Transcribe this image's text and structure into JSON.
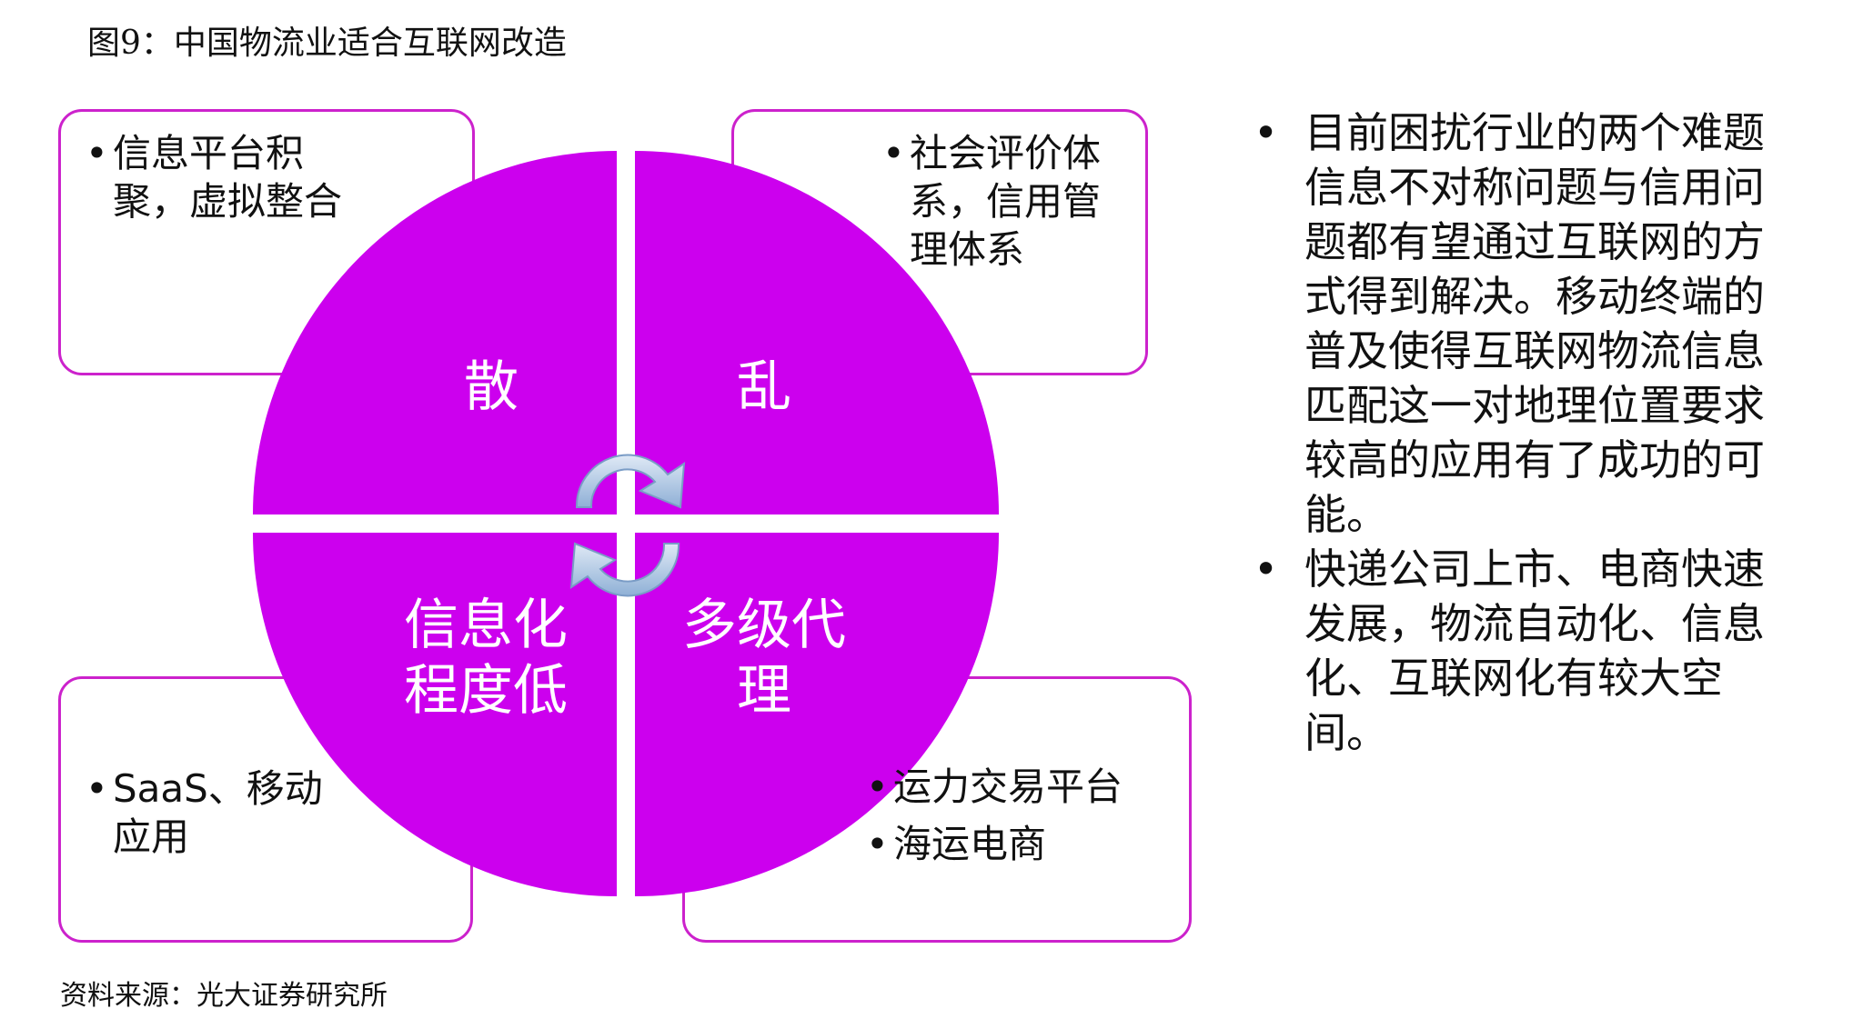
{
  "title": "图9：中国物流业适合互联网改造",
  "source": "资料来源：光大证券研究所",
  "colors": {
    "accent": "#cc00ee",
    "box_border": "#cc22cc",
    "arrow": "#9ab8d8"
  },
  "quadrants": {
    "top_left": "散",
    "top_right": "乱",
    "bottom_left": "信息化程度低",
    "bottom_right": "多级代理"
  },
  "boxes": {
    "top_left": [
      "信息平台积聚，虚拟整合"
    ],
    "top_right": [
      "社会评价体系，信用管理体系"
    ],
    "bottom_left": [
      "SaaS、移动应用"
    ],
    "bottom_right": [
      "运力交易平台",
      "海运电商"
    ]
  },
  "bullets": [
    "目前困扰行业的两个难题信息不对称问题与信用问题都有望通过互联网的方式得到解决。移动终端的普及使得互联网物流信息匹配这一对地理位置要求较高的应用有了成功的可能。",
    "快递公司上市、电商快速发展，物流自动化、信息化、互联网化有较大空间。"
  ]
}
